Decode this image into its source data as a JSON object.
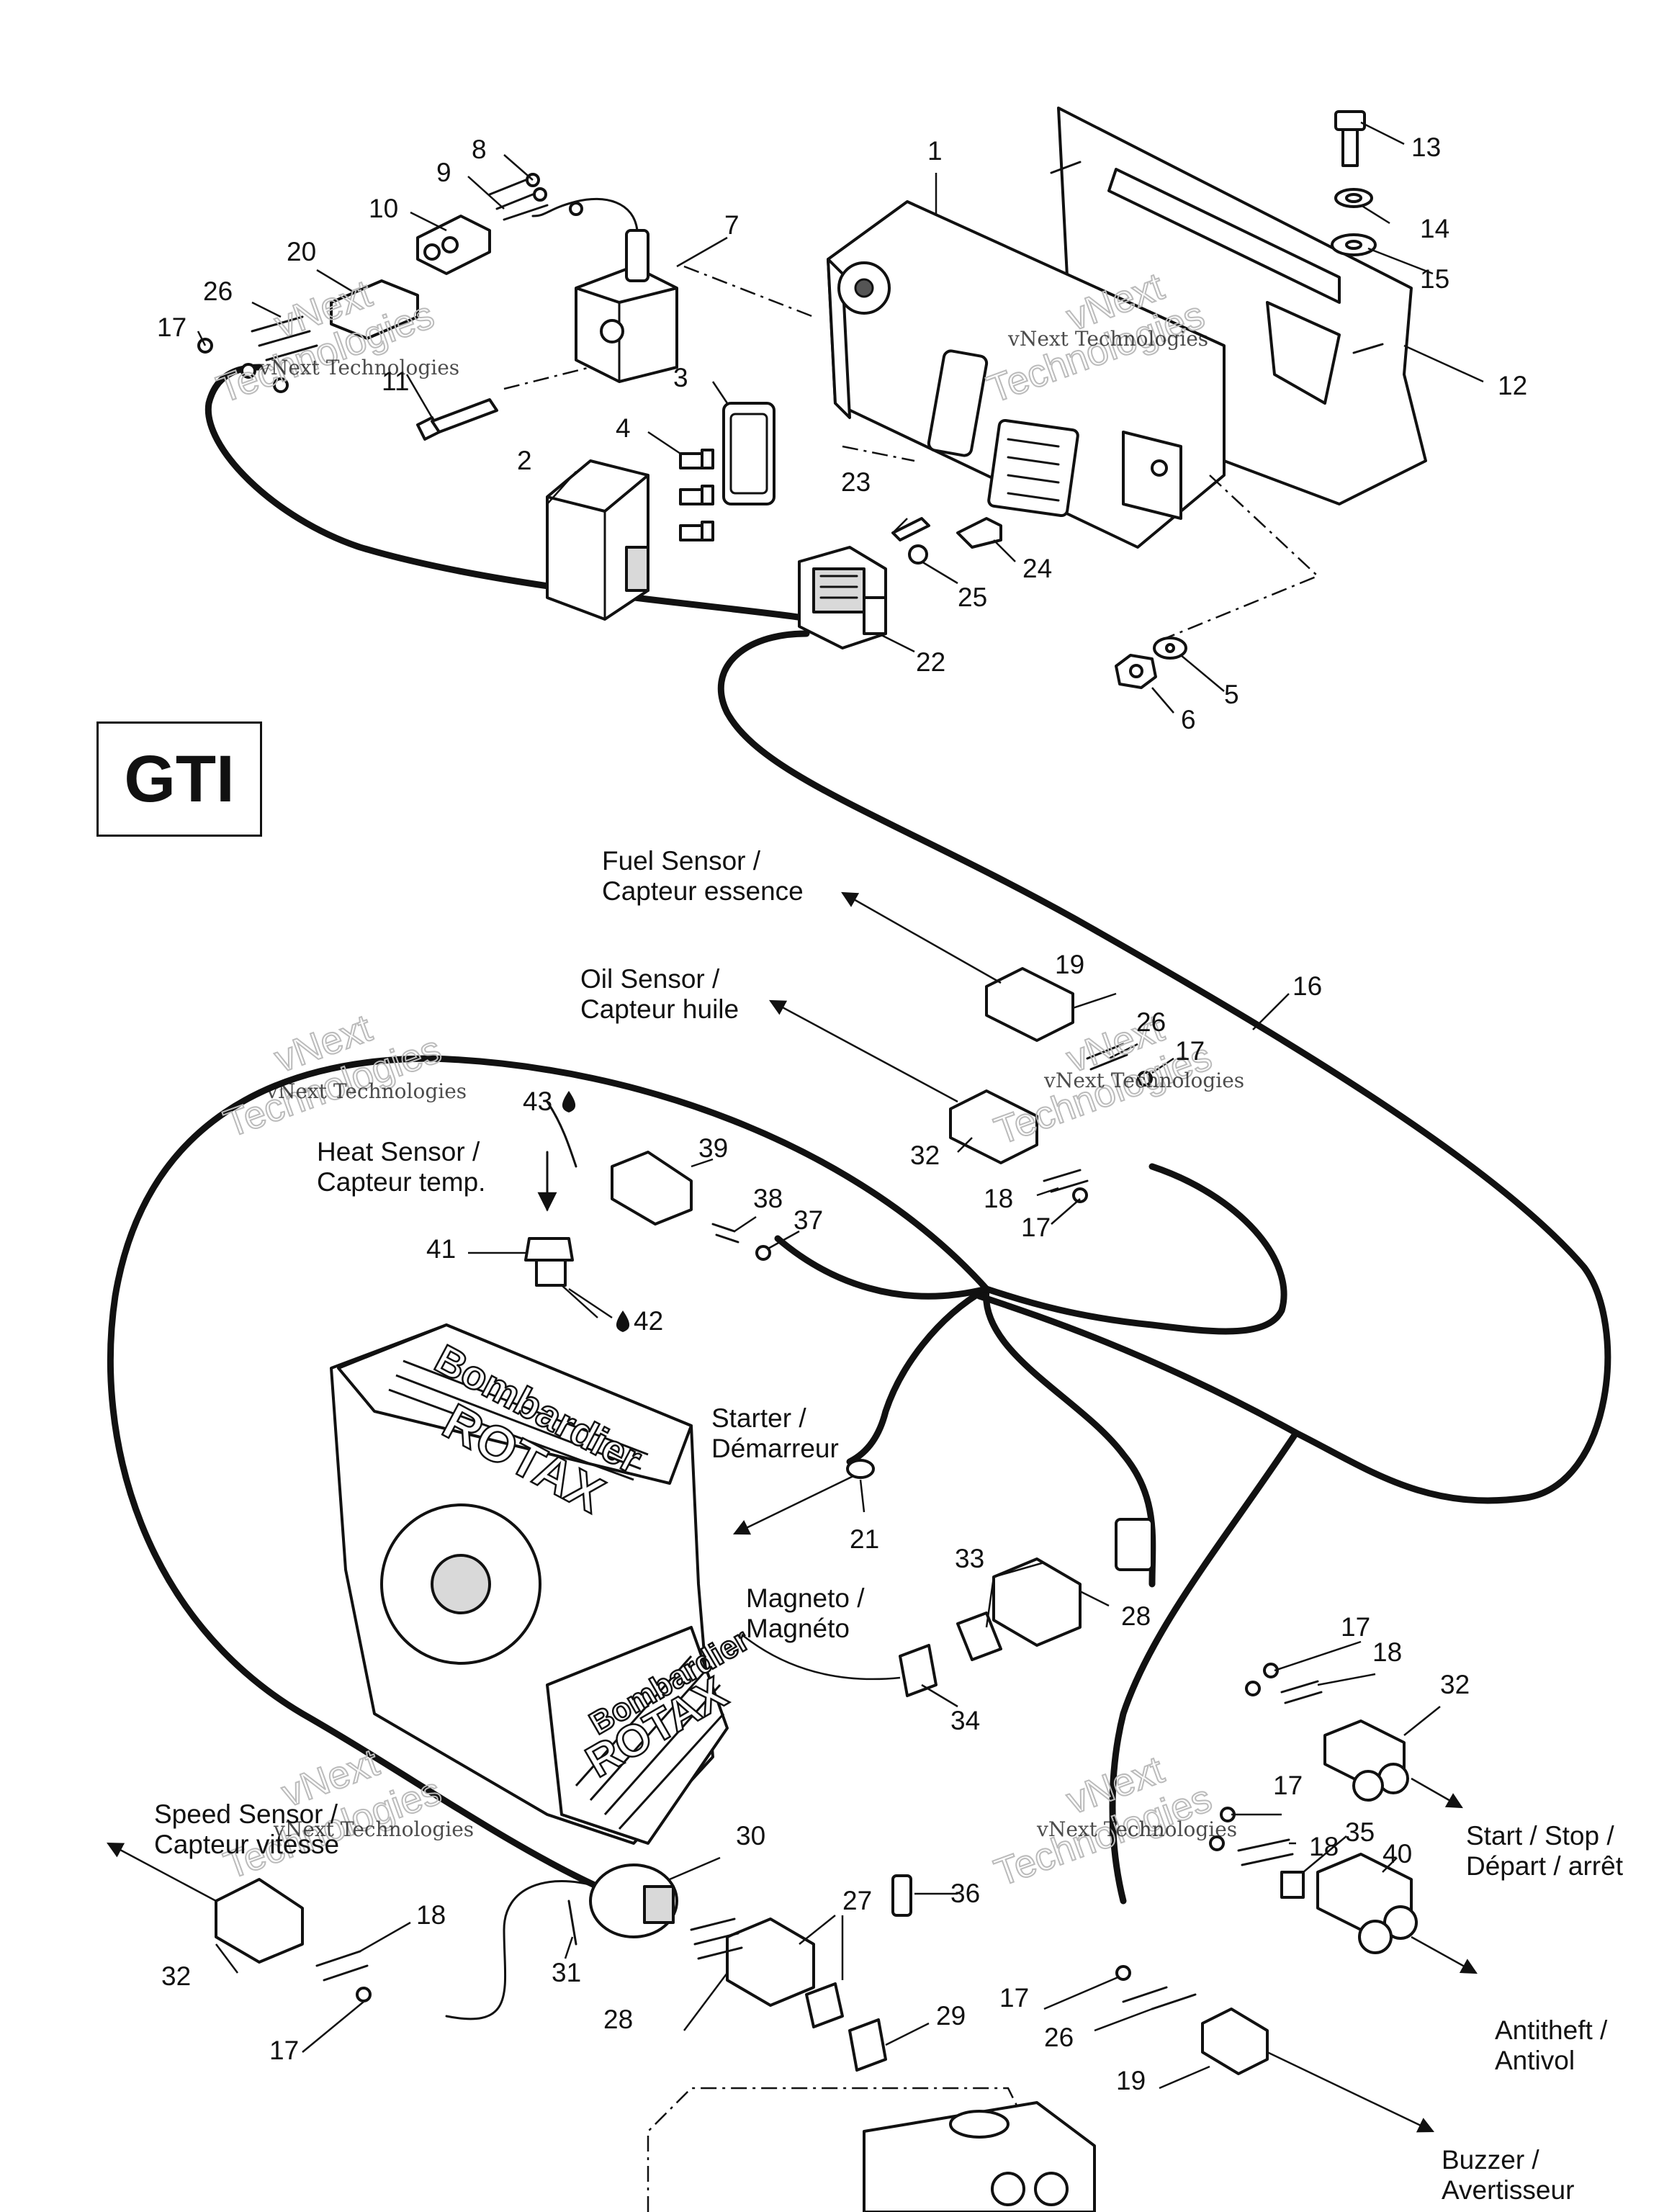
{
  "model_label": "GTI",
  "brand_text": {
    "maker": "Bombardier",
    "engine": "ROTAX"
  },
  "watermark": {
    "small": "vNext Technologies",
    "big_1": "vNext",
    "big_2": "Technologies"
  },
  "callouts": {
    "n1": "1",
    "n2": "2",
    "n3": "3",
    "n4": "4",
    "n5": "5",
    "n6": "6",
    "n7": "7",
    "n8": "8",
    "n9": "9",
    "n10": "10",
    "n11": "11",
    "n12": "12",
    "n13": "13",
    "n14": "14",
    "n15": "15",
    "n16": "16",
    "n17": "17",
    "n18": "18",
    "n19": "19",
    "n20": "20",
    "n21": "21",
    "n22": "22",
    "n23": "23",
    "n24": "24",
    "n25": "25",
    "n26": "26",
    "n27": "27",
    "n28": "28",
    "n29": "29",
    "n30": "30",
    "n31": "31",
    "n32": "32",
    "n33": "33",
    "n34": "34",
    "n35": "35",
    "n36": "36",
    "n37": "37",
    "n38": "38",
    "n39": "39",
    "n40": "40",
    "n41": "41",
    "n42": "42",
    "n43": "43"
  },
  "labels": {
    "fuel_sensor": [
      "Fuel Sensor /",
      "Capteur essence"
    ],
    "oil_sensor": [
      "Oil Sensor /",
      "Capteur huile"
    ],
    "heat_sensor": [
      "Heat Sensor /",
      "Capteur temp."
    ],
    "starter": [
      "Starter /",
      "Démarreur"
    ],
    "magneto": [
      "Magneto /",
      "Magnéto"
    ],
    "speed_sensor": [
      "Speed Sensor /",
      "Capteur vitesse"
    ],
    "start_stop": [
      "Start / Stop  /",
      "Départ / arrêt"
    ],
    "antitheft": [
      "Antitheft  /",
      "Antivol"
    ],
    "buzzer": [
      "Buzzer /",
      "Avertisseur"
    ]
  }
}
